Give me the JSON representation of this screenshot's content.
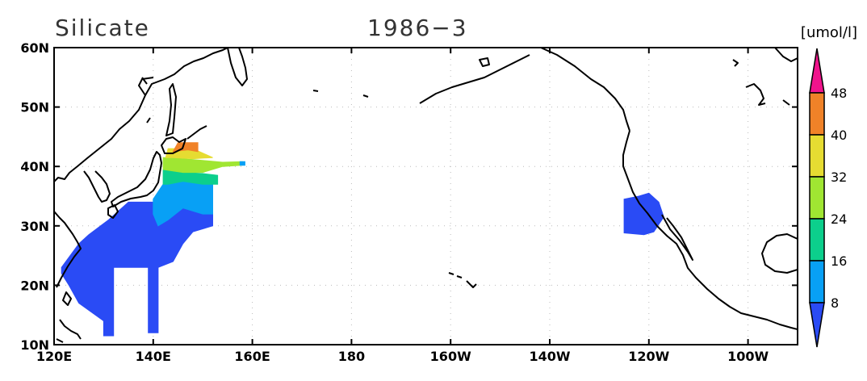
{
  "figure": {
    "variable_title": "Silicate",
    "time_title": "1986−3",
    "units": "[umol/l]"
  },
  "axes": {
    "lon_range": [
      120,
      270
    ],
    "lat_range": [
      10,
      60
    ],
    "x_ticks": [
      {
        "lon": 120,
        "label": "120E"
      },
      {
        "lon": 140,
        "label": "140E"
      },
      {
        "lon": 160,
        "label": "160E"
      },
      {
        "lon": 180,
        "label": "180"
      },
      {
        "lon": 200,
        "label": "160W"
      },
      {
        "lon": 220,
        "label": "140W"
      },
      {
        "lon": 240,
        "label": "120W"
      },
      {
        "lon": 260,
        "label": "100W"
      }
    ],
    "y_ticks": [
      {
        "lat": 10,
        "label": "10N"
      },
      {
        "lat": 20,
        "label": "20N"
      },
      {
        "lat": 30,
        "label": "30N"
      },
      {
        "lat": 40,
        "label": "40N"
      },
      {
        "lat": 50,
        "label": "50N"
      },
      {
        "lat": 60,
        "label": "60N"
      }
    ],
    "grid": "dotted"
  },
  "colorbar": {
    "levels": [
      "8",
      "16",
      "24",
      "32",
      "40",
      "48"
    ],
    "colors": [
      "#2a4bf5",
      "#08a0f5",
      "#0ccf8c",
      "#a0e632",
      "#e6dc32",
      "#f08228",
      "#f0148c"
    ]
  },
  "chart_data": {
    "type": "heatmap",
    "variable": "Silicate",
    "period": "1986-3",
    "units": "umol/l",
    "regions": [
      {
        "band": "<8",
        "color": "#2a4bf5",
        "polygon": [
          [
            121.5,
            23
          ],
          [
            125,
            27
          ],
          [
            127,
            28.5
          ],
          [
            131,
            31
          ],
          [
            135,
            34
          ],
          [
            141,
            34
          ],
          [
            146,
            33
          ],
          [
            150,
            32
          ],
          [
            152,
            32
          ],
          [
            152,
            30
          ],
          [
            148,
            29
          ],
          [
            146,
            27
          ],
          [
            144,
            24
          ],
          [
            141,
            23
          ],
          [
            141,
            12
          ],
          [
            139,
            12
          ],
          [
            139,
            23
          ],
          [
            132,
            23
          ],
          [
            132,
            11.5
          ],
          [
            130,
            11.5
          ],
          [
            130,
            14
          ],
          [
            125,
            17
          ],
          [
            123,
            20
          ],
          [
            121.5,
            22
          ]
        ]
      },
      {
        "band": "8-16",
        "color": "#08a0f5",
        "polygon": [
          [
            140,
            34.5
          ],
          [
            142,
            37
          ],
          [
            144,
            38
          ],
          [
            148,
            38.5
          ],
          [
            152,
            38
          ],
          [
            152,
            32
          ],
          [
            150,
            32
          ],
          [
            146,
            33
          ],
          [
            143,
            31
          ],
          [
            141,
            30
          ],
          [
            140,
            32
          ]
        ]
      },
      {
        "band": "16-24",
        "color": "#0ccf8c",
        "polygon": [
          [
            142,
            37
          ],
          [
            142,
            39.5
          ],
          [
            146,
            39
          ],
          [
            150,
            38.8
          ],
          [
            153,
            38.5
          ],
          [
            153,
            37
          ],
          [
            150,
            37
          ],
          [
            146,
            37.5
          ],
          [
            143,
            37
          ]
        ]
      },
      {
        "band": "24-32",
        "color": "#a0e632",
        "polygon": [
          [
            142,
            39.5
          ],
          [
            142,
            41.5
          ],
          [
            146,
            41.3
          ],
          [
            150,
            41
          ],
          [
            154,
            40.7
          ],
          [
            158,
            40.8
          ],
          [
            158,
            40.2
          ],
          [
            154,
            40
          ],
          [
            150,
            39
          ],
          [
            146,
            39
          ],
          [
            142,
            39.5
          ]
        ]
      },
      {
        "band": "32-40",
        "color": "#e6dc32",
        "polygon": [
          [
            142.5,
            41.5
          ],
          [
            143,
            43
          ],
          [
            148,
            43
          ],
          [
            152,
            41.5
          ],
          [
            148,
            41.3
          ],
          [
            144,
            41.5
          ]
        ]
      },
      {
        "band": "40-48",
        "color": "#f08228",
        "polygon": [
          [
            144,
            42.5
          ],
          [
            145,
            44
          ],
          [
            149,
            44
          ],
          [
            149,
            42.5
          ],
          [
            147,
            42.8
          ]
        ]
      },
      {
        "band": "<8",
        "color": "#2a4bf5",
        "polygon": [
          [
            235,
            34.5
          ],
          [
            238,
            35
          ],
          [
            240,
            35.5
          ],
          [
            242,
            34
          ],
          [
            243,
            31.5
          ],
          [
            241,
            29
          ],
          [
            239,
            28.5
          ],
          [
            235,
            28.8
          ]
        ]
      },
      {
        "band": "8-16",
        "color": "#08a0f5",
        "polygon": [
          [
            157.5,
            40.2
          ],
          [
            158.5,
            40.2
          ],
          [
            158.5,
            40.8
          ],
          [
            157.5,
            40.8
          ]
        ]
      }
    ]
  }
}
